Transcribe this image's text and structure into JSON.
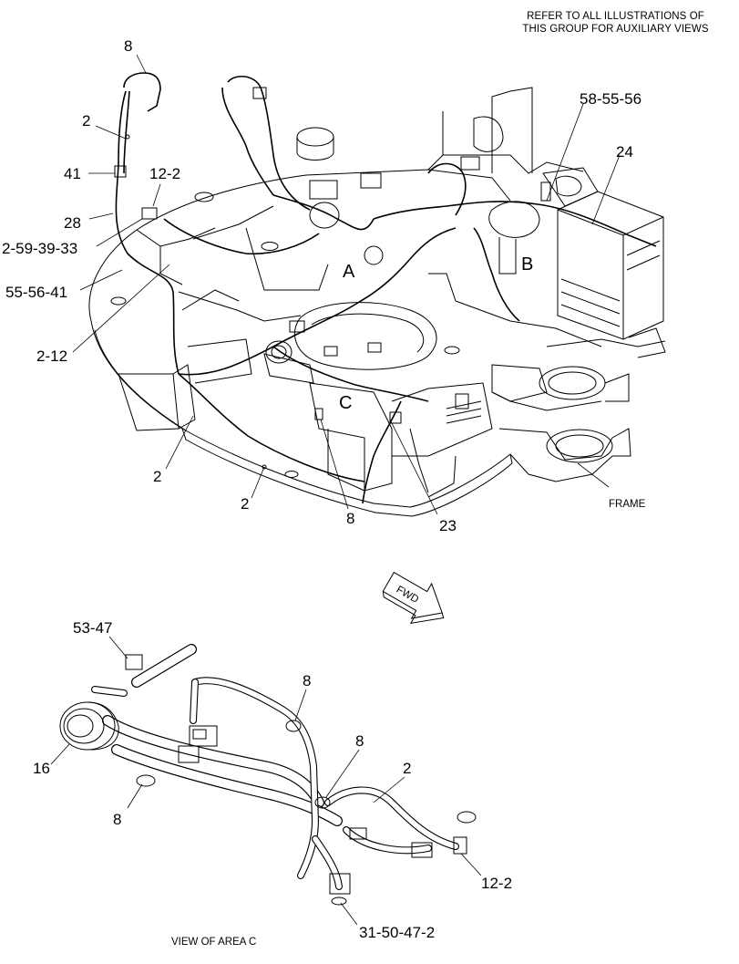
{
  "header_note": {
    "line1": "REFER TO ALL ILLUSTRATIONS OF",
    "line2": "THIS GROUP FOR AUXILIARY VIEWS"
  },
  "callouts": {
    "c8_top": "8",
    "c2_top": "2",
    "c41": "41",
    "c28": "28",
    "c12_2": "12-2",
    "c2_59_39_33": "2-59-39-33",
    "c55_56_41": "55-56-41",
    "c2_12": "2-12",
    "c2_left": "2",
    "c2_bottom": "2",
    "c8_mid": "8",
    "c23": "23",
    "c58_55_56": "58-55-56",
    "c24": "24",
    "frame": "FRAME"
  },
  "areas": {
    "a": "A",
    "b": "B",
    "c": "C"
  },
  "fwd_arrow": "FWD",
  "detail": {
    "c53_47": "53-47",
    "c8_a": "8",
    "c8_b": "8",
    "c2": "2",
    "c16": "16",
    "c8_c": "8",
    "c12_2": "12-2",
    "c31_50_47_2": "31-50-47-2",
    "caption": "VIEW OF AREA  C"
  }
}
